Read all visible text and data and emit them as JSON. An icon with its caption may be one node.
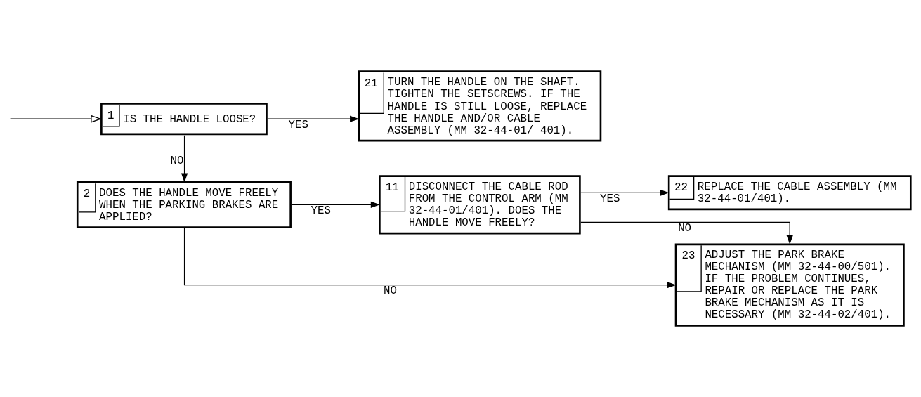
{
  "diagram": {
    "nodes": [
      {
        "text": [
          "1",
          "IS THE HANDLE LOOSE?"
        ]
      },
      {
        "text": [
          "21",
          "TURN THE HANDLE ON THE SHAFT.  TIGHTEN THE SETSCREWS. IF THE HANDLE IS STILL LOOSE, REPLACE THE HANDLE AND/OR CABLE ASSEMBLY (MM 32-44-01/ 401)."
        ]
      },
      {
        "text": [
          "2",
          "DOES THE HANDLE MOVE FREELY WHEN THE PARKING BRAKES ARE APPLIED?"
        ]
      },
      {
        "text": [
          "11",
          "DISCONNECT THE CABLE ROD FROM THE CONTROL ARM (MM 32-44-01/401). DOES THE HANDLE MOVE FREELY?"
        ]
      },
      {
        "text": [
          "22",
          "REPLACE THE CABLE ASSEMBLY (MM 32-44-01/401)."
        ]
      },
      {
        "text": [
          "23",
          "ADJUST THE PARK BRAKE MECHANISM (MM 32-44-00/501). IF THE PROBLEM CONTINUES, REPAIR OR REPLACE THE PARK BRAKE MECHANISM AS IT IS NECESSARY (MM 32-44-02/401)."
        ]
      }
    ],
    "edges": [
      {
        "from": null,
        "to": 0,
        "arrow": "to"
      },
      {
        "from": 0,
        "to": 1,
        "arrow": "to",
        "label": "YES"
      },
      {
        "from": 0,
        "to": 2,
        "arrow": "to",
        "label": "NO"
      },
      {
        "from": 2,
        "to": 3,
        "arrow": "to",
        "label": "YES"
      },
      {
        "from": 3,
        "to": 4,
        "arrow": "to",
        "label": "YES"
      },
      {
        "from": 3,
        "to": 5,
        "arrow": "to",
        "label": "NO"
      },
      {
        "from": 2,
        "to": 5,
        "arrow": "to",
        "label": "NO"
      }
    ]
  }
}
